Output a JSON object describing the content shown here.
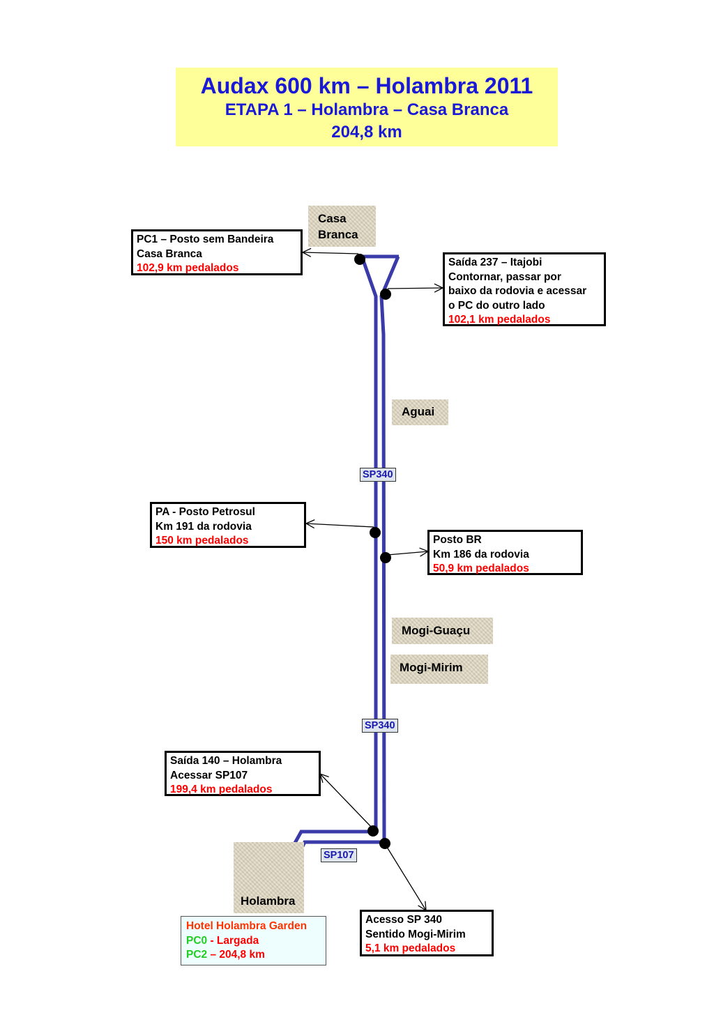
{
  "title": {
    "line1": "Audax 600 km – Holambra 2011",
    "line2": "ETAPA 1 – Holambra – Casa Branca",
    "line3": "204,8 km"
  },
  "places": {
    "casa_branca_1": "Casa",
    "casa_branca_2": "Branca",
    "aguai": "Aguai",
    "mogi_guacu": "Mogi-Guaçu",
    "mogi_mirim": "Mogi-Mirim",
    "holambra": "Holambra"
  },
  "roads": {
    "sp340_a": "SP340",
    "sp340_b": "SP340",
    "sp107": "SP107"
  },
  "boxes": {
    "pc1": {
      "l1": "PC1 – Posto sem Bandeira",
      "l2": "Casa Branca",
      "km": "102,9 km pedalados"
    },
    "saida237": {
      "l1": "Saída 237 – Itajobi",
      "l2": "Contornar, passar por",
      "l3": "baixo da rodovia e acessar",
      "l4": "o PC do outro lado",
      "km": "102,1 km pedalados"
    },
    "pa": {
      "l1": "PA - Posto Petrosul",
      "l2": "Km 191 da rodovia",
      "km": "150 km pedalados"
    },
    "posto_br": {
      "l1": "Posto BR",
      "l2": "Km 186 da rodovia",
      "km": "50,9 km pedalados"
    },
    "saida140": {
      "l1": "Saída 140 – Holambra",
      "l2": "Acessar SP107",
      "km": "199,4 km pedalados"
    },
    "acesso": {
      "l1": "Acesso SP 340",
      "l2": "Sentido Mogi-Mirim",
      "km": "5,1 km pedalados"
    }
  },
  "hotel": {
    "name": "Hotel Holambra Garden",
    "pc0": "PC0",
    "pc0_rest": " - Largada",
    "pc2": "PC2",
    "pc2_rest": " – 204,8 km"
  },
  "colors": {
    "road": "#3a3aa8",
    "title_bg": "#ffff99",
    "title_text": "#1a1ad6",
    "km_text": "#ff0000"
  }
}
